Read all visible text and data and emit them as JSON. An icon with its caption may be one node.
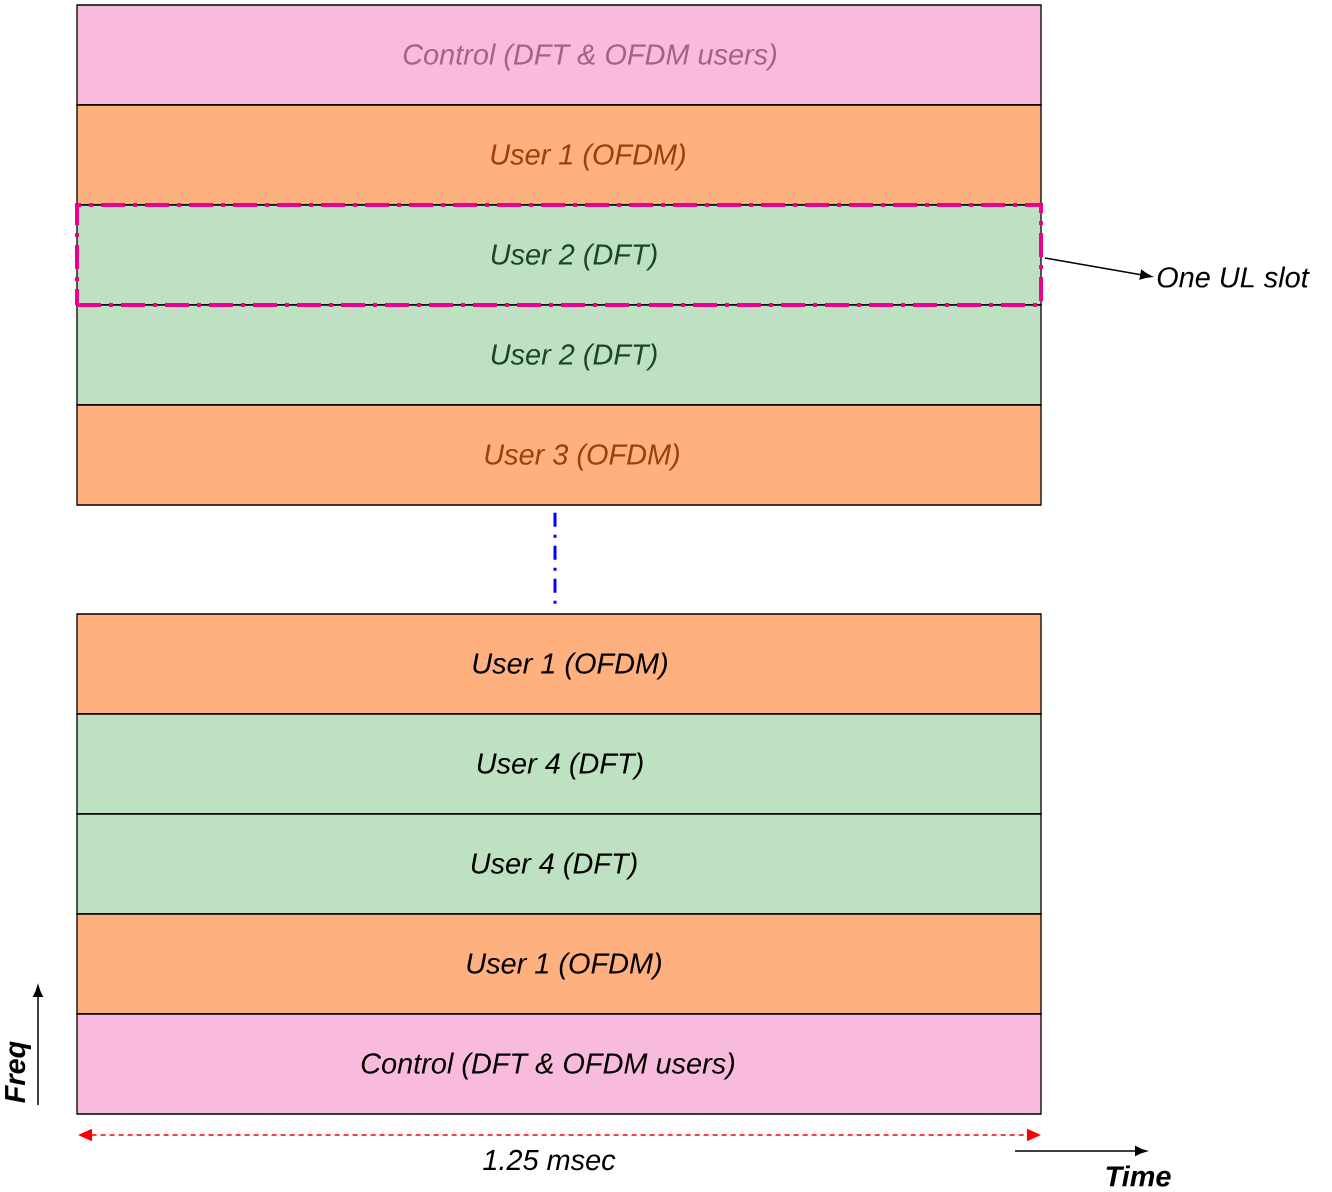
{
  "diagram": {
    "nodes": [
      {
        "text": [
          "Control (DFT & OFDM users)"
        ]
      },
      {
        "text": [
          "User 1 (OFDM)"
        ]
      },
      {
        "text": [
          "User 2 (DFT)"
        ]
      },
      {
        "text": [
          "User 2 (DFT)"
        ]
      },
      {
        "text": [
          "User 3 (OFDM)"
        ]
      },
      {
        "text": [
          "User 1 (OFDM)"
        ]
      },
      {
        "text": [
          "User 4 (DFT)"
        ]
      },
      {
        "text": [
          "User 4 (DFT)"
        ]
      },
      {
        "text": [
          "User 1 (OFDM)"
        ]
      },
      {
        "text": [
          "Control (DFT & OFDM users)"
        ]
      },
      {
        "text": [],
        "shape": "box"
      },
      {
        "text": [
          "One UL slot"
        ]
      }
    ],
    "edges": [
      {
        "from": 10,
        "to": 11,
        "arrow": "to"
      },
      {
        "from": 4,
        "to": 5,
        "arrow": "none",
        "style": "dashed",
        "color": "#0000ff"
      }
    ],
    "labels": [
      "1.25 msec",
      "Freq",
      "Time"
    ]
  }
}
